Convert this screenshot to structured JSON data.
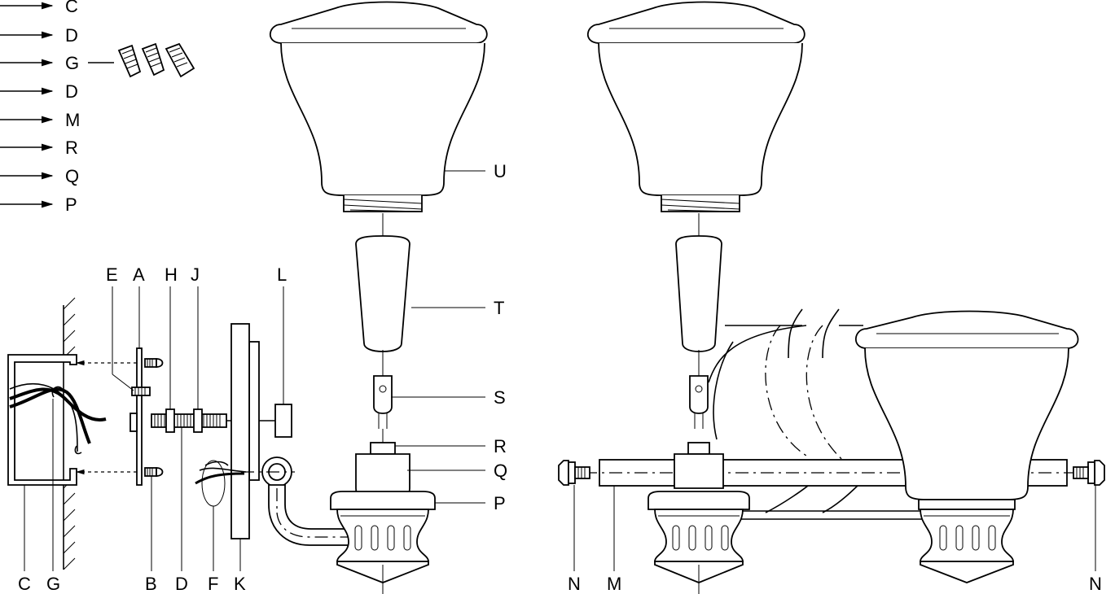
{
  "kit_list": [
    "C",
    "D",
    "G",
    "D",
    "M",
    "R",
    "Q",
    "P"
  ],
  "labels": {
    "top": [
      "E",
      "A",
      "H",
      "J",
      "L"
    ],
    "bottom": [
      "C",
      "G",
      "B",
      "D",
      "F",
      "K"
    ],
    "right_parts": [
      "U",
      "T",
      "S",
      "R",
      "Q",
      "P"
    ],
    "bar": [
      "N",
      "M",
      "N"
    ]
  }
}
